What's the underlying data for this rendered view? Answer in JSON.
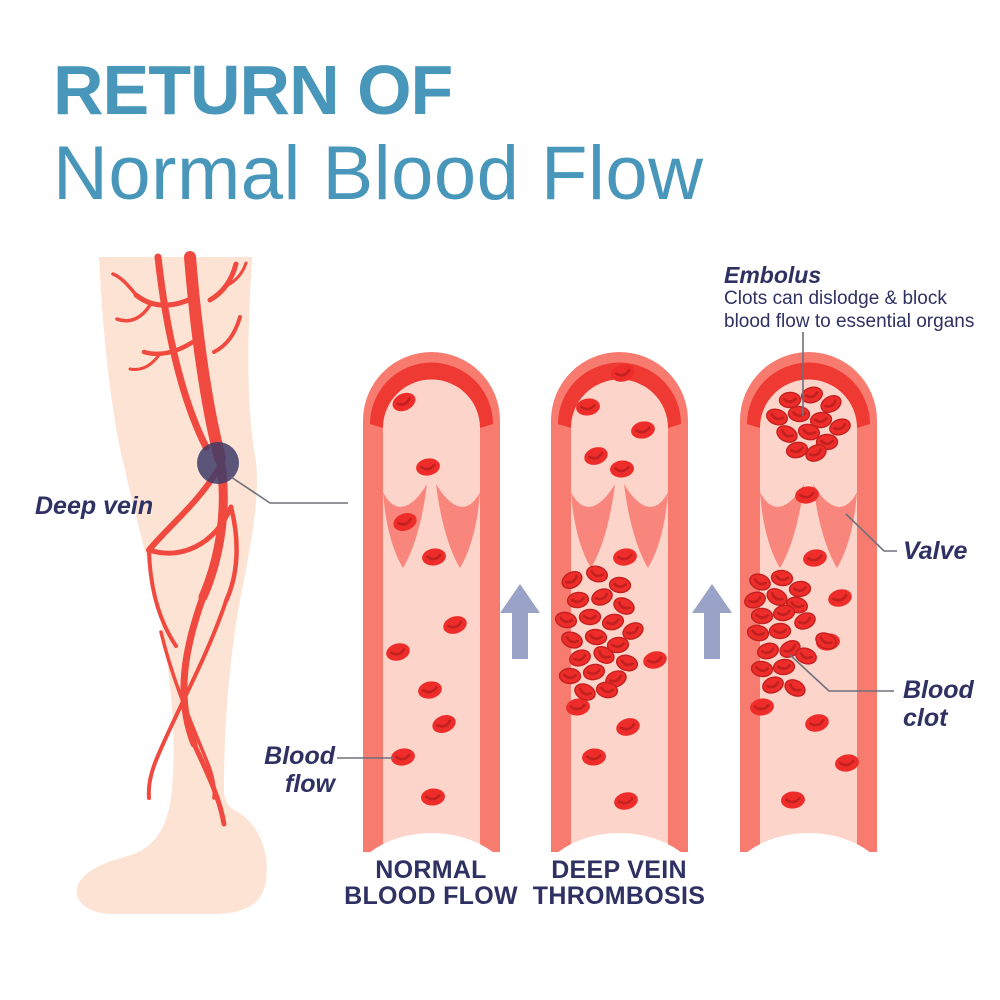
{
  "title": {
    "line1": "RETURN OF",
    "line2": "Normal Blood Flow"
  },
  "labels": {
    "deep_vein": "Deep vein",
    "blood_flow": "Blood\nflow",
    "embolus_title": "Embolus",
    "embolus_desc": "Clots can dislodge & block\nblood flow to essential organs",
    "valve": "Valve",
    "blood_clot": "Blood\nclot"
  },
  "captions": {
    "vessel_normal": "NORMAL\nBLOOD FLOW",
    "vessel_dvt": "DEEP VEIN\nTHROMBOSIS"
  },
  "icons": {
    "flow_arrow": "up-arrow",
    "marker": "knee-dot"
  },
  "colors": {
    "title_blue": "#4996bb",
    "text_navy": "#2e3162",
    "vessel_wall": "#f87b70",
    "vessel_wall_dark": "#ee3a33",
    "vessel_interior": "#fcd4ca",
    "valve_flap": "#f8867d",
    "blood_cell": "#ee2d2a",
    "blood_cell_shade": "#c22120",
    "skin": "#fce3d4",
    "leg_vein": "#f0493f",
    "marker_dot": "#3e3c68",
    "flow_arrow": "#9aa3c7",
    "leader_line": "#70707c",
    "background": "#ffffff"
  }
}
